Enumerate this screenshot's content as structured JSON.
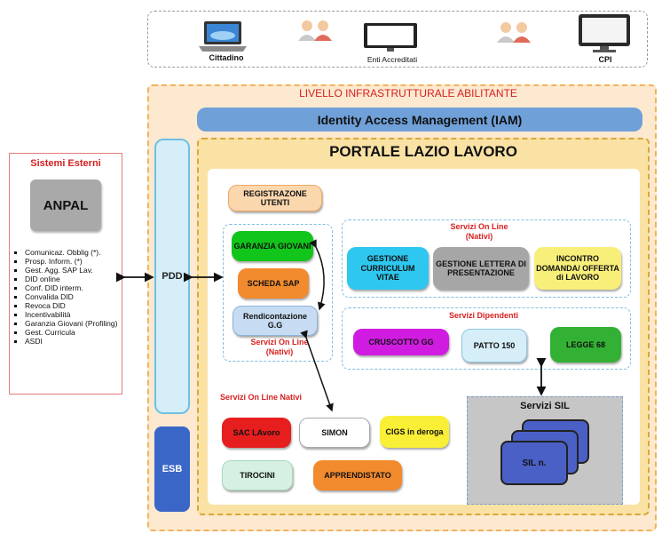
{
  "users": {
    "cittadino": "Cittadino",
    "enti": "Enti Accreditati",
    "cpi": "CPI"
  },
  "main": {
    "level_title": "LIVELLO INFRASTRUTTURALE ABILITANTE",
    "iam": "Identity Access Management (IAM)",
    "pdd": "PDD",
    "esb": "ESB",
    "portal_title": "PORTALE LAZIO LAVORO"
  },
  "sistemi": {
    "title": "Sistemi Esterni",
    "anpal": "ANPAL",
    "items": [
      "Comunicaz. Obblig (*).",
      "Prosp. Inform. (*)",
      "Gest. Agg. SAP Lav.",
      "DID online",
      "Conf. DID interm.",
      "Convalida DID",
      "Revoca DID",
      "Incentivabilità",
      "Garanzia Giovani (Profiling)",
      "Gest. Curricula",
      "ASDI"
    ]
  },
  "portal": {
    "registrazione": "REGISTRAZONE UTENTI",
    "garanzia": "GARANZIA GIOVANI",
    "scheda": "SCHEDA SAP",
    "rendicontazione": "Rendicontazione G.G",
    "servizi_online_nativi_small": "Servizi On Line (Nativi)",
    "servizi_online_nativi_right": "Servizi On Line (Nativi)",
    "gestione_cv": "GESTIONE CURRICULUM VITAE",
    "gestione_lettera": "GESTIONE LETTERA DI PRESENTAZIONE",
    "incontro": "INCONTRO DOMANDA/ OFFERTA di LAVORO",
    "servizi_dipendenti": "Servizi Dipendenti",
    "cruscotto": "CRUSCOTTO GG",
    "patto": "PATTO 150",
    "legge": "LEGGE 68",
    "servizi_nativi_bottom": "Servizi On Line Nativi",
    "sac": "SAC LAvoro",
    "simon": "SIMON",
    "cigs": "CIGS in deroga",
    "tirocini": "TIROCINI",
    "apprendistato": "APPRENDISTATO",
    "servizi_sil": "Servizi SIL",
    "sil_n": "SIL n."
  },
  "colors": {
    "green": "#11c51a",
    "orange": "#f28a2e",
    "light_blue": "#c7dcf2",
    "cyan": "#2ec7ef",
    "grey": "#a6a6a6",
    "yellow": "#f8ef7a",
    "magenta": "#cf1ce0",
    "red": "#e61e1e",
    "dark_green": "#33b135"
  }
}
